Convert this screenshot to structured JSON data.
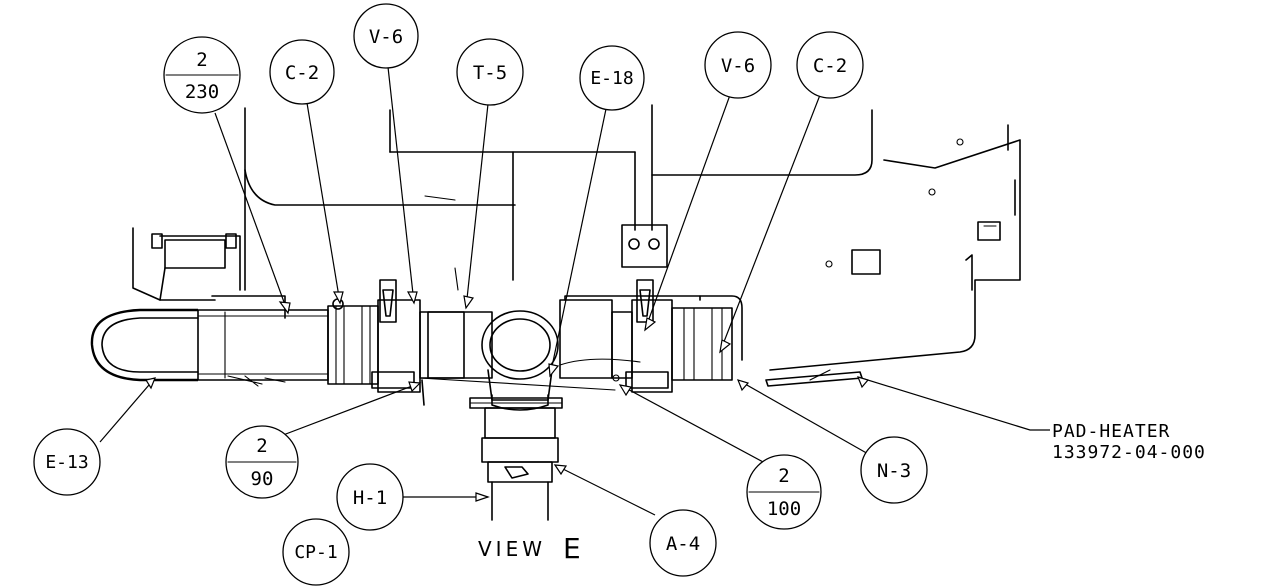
{
  "view_title": {
    "prefix": "VIEW",
    "letter": "E"
  },
  "callouts": {
    "c_2_230": {
      "top": "2",
      "bottom": "230"
    },
    "c_c2_left": "C-2",
    "c_v6_left": "V-6",
    "c_t5": "T-5",
    "c_e18": "E-18",
    "c_v6_right": "V-6",
    "c_c2_right": "C-2",
    "c_e13": "E-13",
    "c_2_90": {
      "top": "2",
      "bottom": "90"
    },
    "c_h1": "H-1",
    "c_cp1": "CP-1",
    "c_a4": "A-4",
    "c_2_100": {
      "top": "2",
      "bottom": "100"
    },
    "c_n3": "N-3"
  },
  "pad_heater": {
    "name": "PAD-HEATER",
    "part_number": "133972-04-000"
  }
}
